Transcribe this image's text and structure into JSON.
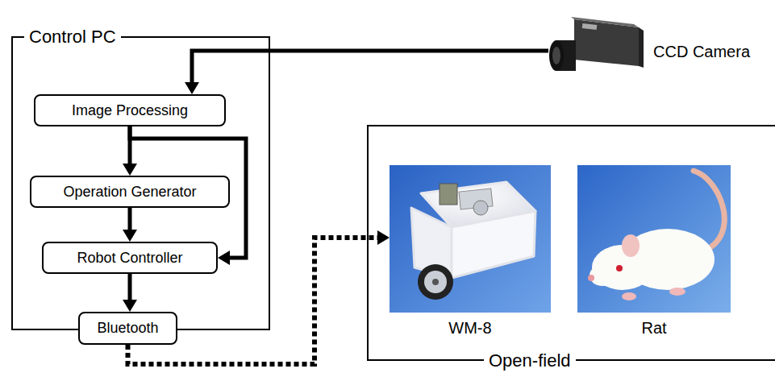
{
  "diagram": {
    "nodes": [
      {
        "text": [
          "Control PC"
        ]
      },
      {
        "text": [
          "Image Processing"
        ],
        "in": 0
      },
      {
        "text": [
          "Operation Generator"
        ],
        "in": 0
      },
      {
        "text": [
          "Robot Controller"
        ],
        "in": 0
      },
      {
        "text": [
          "Bluetooth"
        ],
        "in": 0
      },
      {
        "text": [
          "CCD Camera"
        ]
      },
      {
        "text": [
          "Open-field"
        ]
      },
      {
        "text": [
          "WM-8"
        ],
        "in": 6
      },
      {
        "text": [
          "Rat"
        ],
        "in": 6
      }
    ],
    "edges": [
      {
        "from": 5,
        "to": 1,
        "arrow": "to"
      },
      {
        "from": 1,
        "to": 2,
        "arrow": "to"
      },
      {
        "from": 1,
        "to": 3,
        "arrow": "to"
      },
      {
        "from": 2,
        "to": 3,
        "arrow": "to"
      },
      {
        "from": 3,
        "to": 4,
        "arrow": "to"
      },
      {
        "from": 4,
        "to": 7,
        "arrow": "to"
      }
    ]
  }
}
